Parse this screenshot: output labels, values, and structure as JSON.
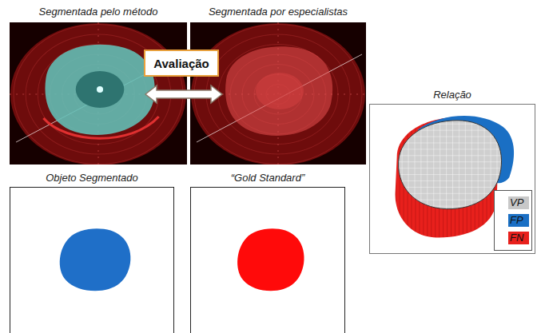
{
  "diagram": {
    "nodes": [
      {
        "text": [
          "Segmentada pelo método"
        ]
      },
      {
        "text": [
          "Avaliação"
        ]
      },
      {
        "text": [
          "Segmentada por especialistas"
        ]
      },
      {
        "text": [
          "Objeto Segmentado"
        ]
      },
      {
        "text": [
          "“Gold Standard”"
        ]
      },
      {
        "text": [
          "Relação"
        ]
      }
    ],
    "edges": [
      {
        "from": 0,
        "to": 2,
        "arrow": "both"
      }
    ],
    "legend": [
      {
        "text": "VP",
        "color": "#c8c8c8"
      },
      {
        "text": "FP",
        "color": "#1a6fc4"
      },
      {
        "text": "FN",
        "color": "#e8201c"
      }
    ]
  }
}
